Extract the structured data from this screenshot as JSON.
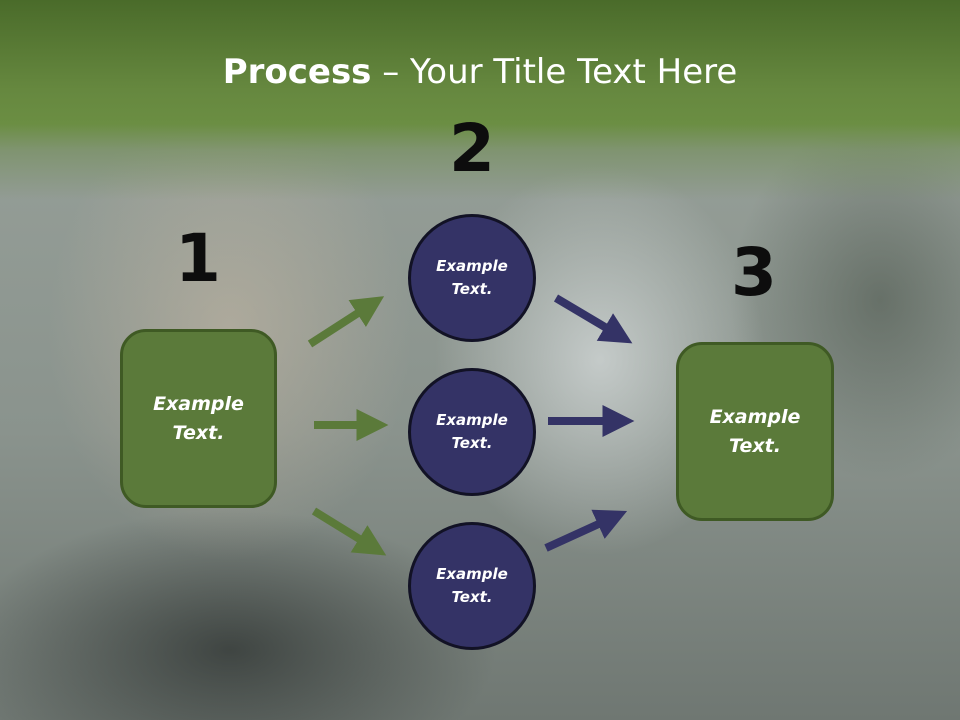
{
  "slide": {
    "title_bold": "Process",
    "title_rest": " – Your Title Text Here"
  },
  "steps": {
    "num1": "1",
    "num2": "2",
    "num3": "3"
  },
  "nodes": {
    "left_box": "Example Text.",
    "circle_top": "Example Text.",
    "circle_middle": "Example Text.",
    "circle_bottom": "Example Text.",
    "right_box": "Example Text."
  },
  "colors": {
    "header_green": "#66883f",
    "box_green": "#5b7a3a",
    "circle_navy": "#343366",
    "green_arrow": "#5b7a3a",
    "navy_arrow": "#343366"
  }
}
